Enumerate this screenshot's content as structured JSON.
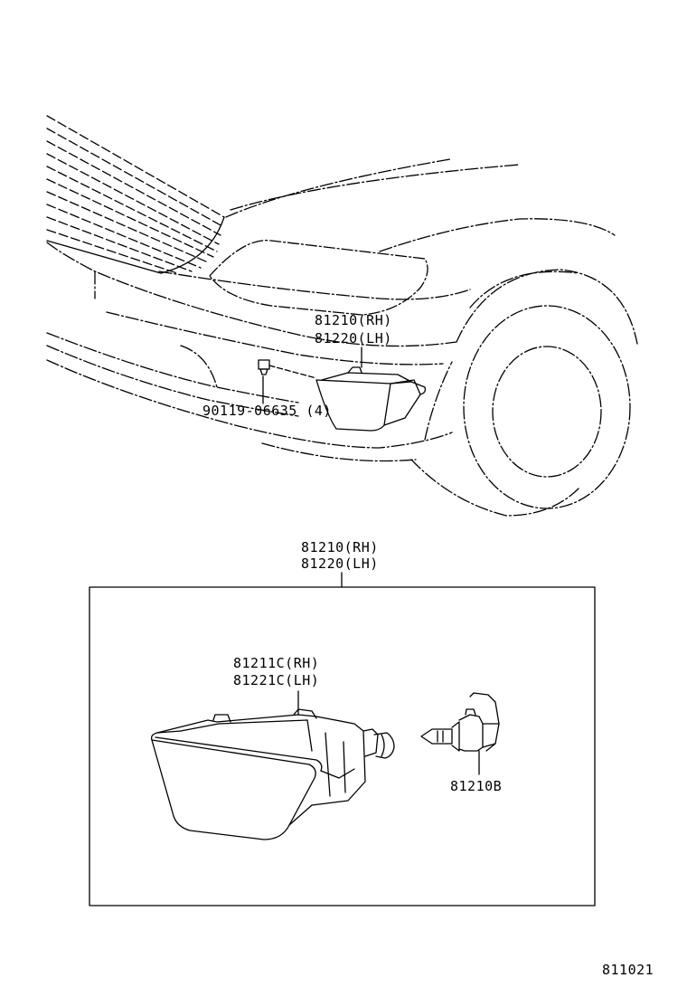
{
  "callouts": {
    "fog_lamp_assy_rh_top": "81210(RH)",
    "fog_lamp_assy_lh_top": "81220(LH)",
    "screw": "90119-06635 (4)",
    "fog_lamp_assy_rh_box": "81210(RH)",
    "fog_lamp_assy_lh_box": "81220(LH)",
    "lens_rh": "81211C(RH)",
    "lens_lh": "81221C(LH)",
    "bulb": "81210B"
  },
  "figure_number": "811021"
}
